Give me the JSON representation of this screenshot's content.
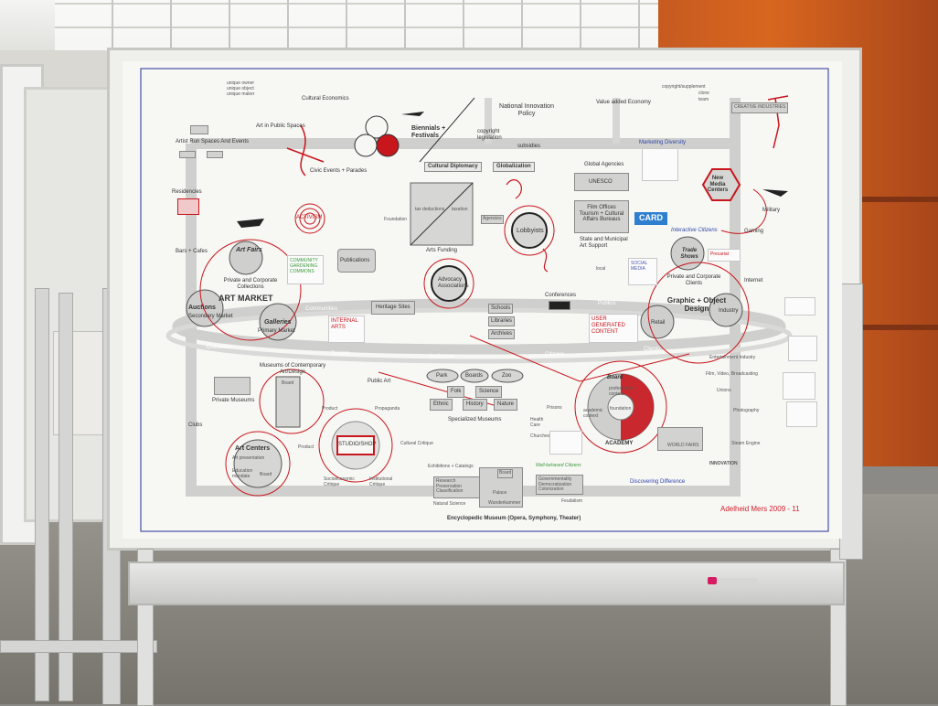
{
  "board": {
    "top_left_notes": [
      "unique owner",
      "unique object",
      "unique maker"
    ],
    "top_right_notes": [
      "copyright/supplement",
      "clone",
      "team"
    ],
    "economy_labels": {
      "cultural_economics": "Cultural Economics",
      "national_policy": "National Innovation Policy",
      "value_added": "Value added Economy",
      "creative_industries": "CREATIVE INDUSTRIES"
    },
    "top_row": {
      "art_public_spaces": "Art in Public Spaces",
      "artist_run": "Artist Run Spaces And Events",
      "biennials": "Biennials + Festivals",
      "copyright": "copyright legislation",
      "subsidies": "subsidies",
      "marketing": "Marketing Diversity",
      "civic_events": "Civic Events + Parades"
    },
    "middle": {
      "cultural_diplomacy": "Cultural Diplomacy",
      "globalization": "Globalization",
      "global_agencies": "Global Agencies",
      "unesco": "UNESCO",
      "film_offices": "Film Offices Tourism + Cultural Affairs Bureaus",
      "card": "CARD",
      "state_support": "State and Municipal Art Support",
      "local": "local",
      "residencies": "Residencies",
      "activism": "ACTIVISM",
      "foundation": "Foundation",
      "tax": "tax deductions",
      "taxation": "taxation",
      "agencies": "Agencies",
      "lobbyists": "Lobbyists",
      "arts_funding": "Arts Funding",
      "publications": "Publications",
      "bars": "Bars + Cafes",
      "art_fairs": "Art Fairs",
      "private_collections": "Private and Corporate Collections",
      "art_market": "ART MARKET",
      "auctions": "Auctions",
      "secondary": "Secondary Market",
      "galleries": "Galleries",
      "primary": "Primary Market",
      "advocacy": "Advocacy Associations",
      "heritage": "Heritage Sites",
      "schools": "Schools",
      "libraries": "Libraries",
      "archives": "Archives",
      "conferences": "Conferences",
      "new_media": "New Media Centers",
      "military": "Military",
      "interactive": "Interactive Citizens",
      "gaming": "Gaming",
      "trade_shows": "Trade Shows",
      "private_clients": "Private and Corporate Clients",
      "internet": "Internet",
      "graphic": "Graphic + Object Design",
      "retail": "Retail",
      "industry": "Industry"
    },
    "rings": {
      "communities": "Communities",
      "publics": "Publics",
      "tourists": "Tourists",
      "audiences": "Audiences",
      "citizens": "Citizens",
      "clients": "Clients",
      "collectors": "Collectors"
    },
    "lower": {
      "museums_contemporary": "Museums of Contemporary Art/Design",
      "board": "Board",
      "public_art": "Public Art",
      "private_museums": "Private Museums",
      "clubs": "Clubs",
      "product": "Product",
      "propaganda": "Propaganda",
      "studio_shop": "STUDIO/SHOP",
      "cultural_critique": "Cultural Critique",
      "art_centers": "Art Centers",
      "art_presentation": "Art presentation",
      "education": "Education mandate",
      "board2": "Board",
      "socioeconomic": "Socioeconomic Critique",
      "institutional": "Institutional Critique",
      "park": "Park",
      "boards": "Boards",
      "zoo": "Zoo",
      "folk": "Folk",
      "science": "Science",
      "ethnic": "Ethnic",
      "history": "History",
      "nature": "Nature",
      "specialized": "Specialized Museums",
      "prisons": "Prisons",
      "health_care": "Health Care",
      "churches": "Churches",
      "academy": "ACADEMY",
      "board3": "Board",
      "professional": "professional context",
      "academic": "academic context",
      "foundation2": "foundation",
      "world_fairs": "WORLD FAIRS",
      "entertainment": "Entertainment Industry",
      "film_video": "Film, Video, Broadcasting",
      "unions": "Unions",
      "photography": "Photography",
      "steam_engine": "Steam Engine",
      "innovation": "INNOVATION",
      "exhibitions": "Exhibitions + Catalogs",
      "research": "Research Preservation Classification",
      "natural_science": "Natural Science",
      "palace": "Palace",
      "wunderkammer": "Wunderkammer",
      "board4": "Board",
      "well_behaved": "Well-behaved Citizens",
      "governmentality": "Governmentality Democratization Colonization",
      "feudalism": "Feudalism",
      "discovering": "Discovering Difference",
      "encyclopedic": "Encyclopedic Museum (Opera, Symphony, Theater)"
    },
    "handwritten": {
      "internal_arts": "INTERNAL ARTS",
      "user_generated": "USER GENERATED CONTENT",
      "note_green": "COMMUNITY GARDENING COMMONS",
      "social_media": "SOCIAL MEDIA",
      "precariat": "Precariat"
    },
    "signature": "Adelheid Mers 2009 - 11"
  },
  "colors": {
    "accent_red": "#c8161d",
    "road_gray": "#cfcfcd",
    "ink_blue": "#2f46a8"
  }
}
